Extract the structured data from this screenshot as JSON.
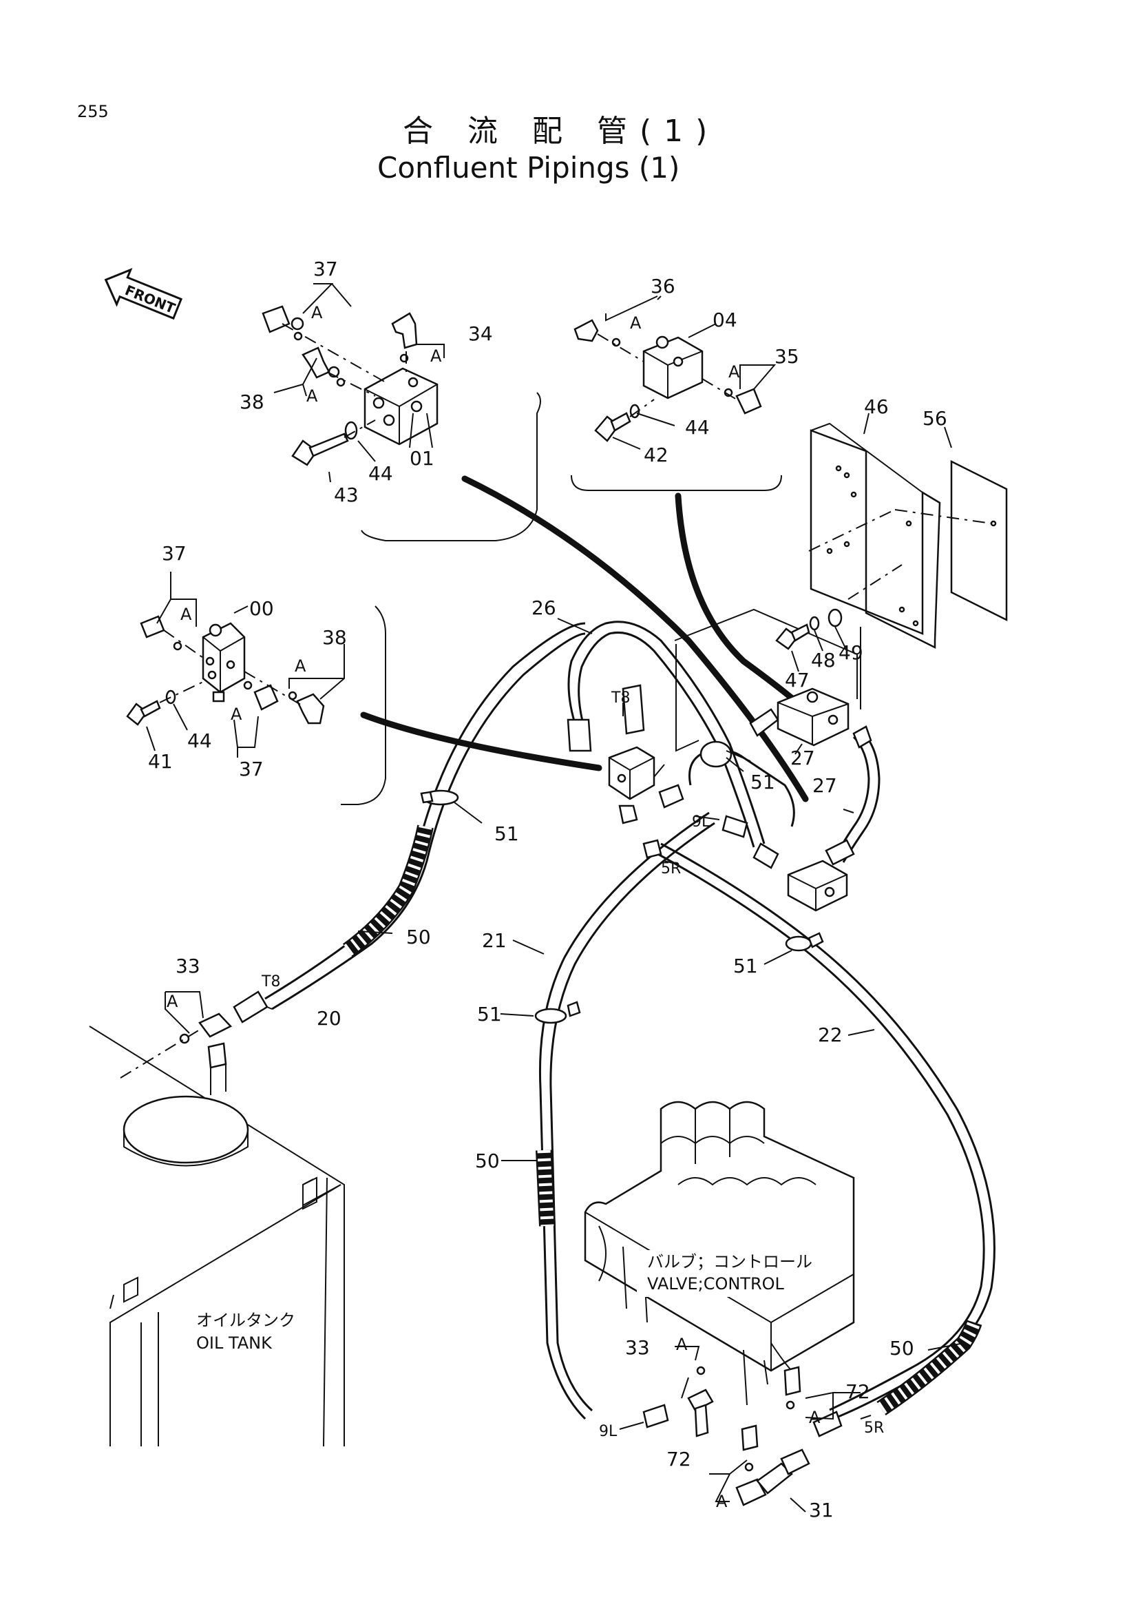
{
  "page_number": "255",
  "title": {
    "japanese": "合 流 配 管(1)",
    "english": "Confluent Pipings (1)"
  },
  "front_indicator": "FRONT",
  "notes": {
    "valve_ja": "バルブ；コントロール",
    "valve_en": "VALVE;CONTROL",
    "tank_ja": "オイルタンク",
    "tank_en": "OIL TANK"
  },
  "callouts": {
    "c37a": "37",
    "c34": "34",
    "cA1": "A",
    "cA2": "A",
    "c38a": "38",
    "cA3": "A",
    "c01": "01",
    "c43": "43",
    "c44a": "44",
    "c36": "36",
    "cA4": "A",
    "c04": "04",
    "c35": "35",
    "cA5": "A",
    "c44b": "44",
    "c42": "42",
    "c46": "46",
    "c56": "56",
    "c37b": "37",
    "cA6": "A",
    "c00": "00",
    "c38b": "38",
    "cA7": "A",
    "cA8": "A",
    "c41": "41",
    "c44c": "44",
    "c37c": "37",
    "c26": "26",
    "cT8a": "T8",
    "c48": "48",
    "c49": "49",
    "c47": "47",
    "c27a": "27",
    "c27b": "27",
    "c51a": "51",
    "c51b": "51",
    "c9La": "9L",
    "c5Ra": "5R",
    "c50a": "50",
    "c21": "21",
    "c51c": "51",
    "c51d": "51",
    "c22": "22",
    "c33a": "33",
    "cA9": "A",
    "cT8b": "T8",
    "c20": "20",
    "c50b": "50",
    "c50c": "50",
    "c33b": "33",
    "cA10": "A",
    "c72a": "72",
    "cA11": "A",
    "c9Lb": "9L",
    "c5Rb": "5R",
    "c72b": "72",
    "cA12": "A",
    "c31": "31"
  }
}
